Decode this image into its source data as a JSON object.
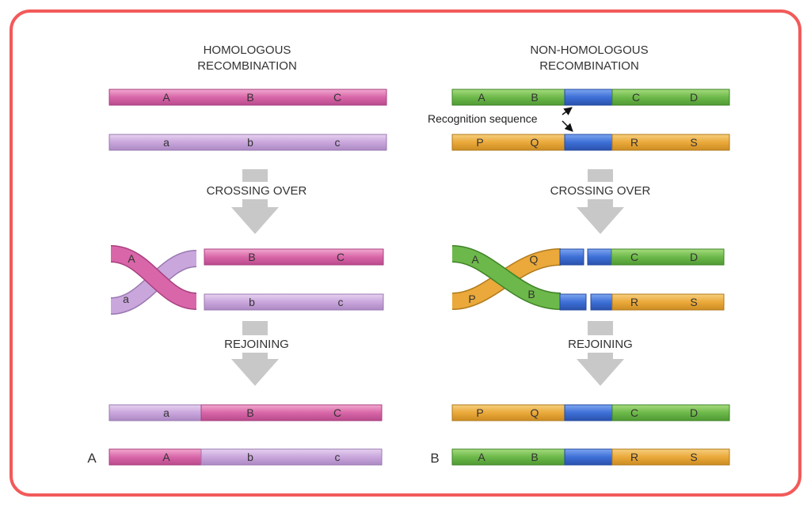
{
  "titles": {
    "left": [
      "HOMOLOGOUS",
      "RECOMBINATION"
    ],
    "right": [
      "NON-HOMOLOGOUS",
      "RECOMBINATION"
    ]
  },
  "steps": {
    "crossing_over": "CROSSING OVER",
    "rejoining": "REJOINING"
  },
  "recognition_label": "Recognition sequence",
  "panel_labels": {
    "left": "A",
    "right": "B"
  },
  "left_labels": {
    "top_initial": [
      "A",
      "B",
      "C"
    ],
    "bottom_initial": [
      "a",
      "b",
      "c"
    ],
    "cross_top": "A",
    "cross_bottom": "a",
    "mid_top": [
      "B",
      "C"
    ],
    "mid_bottom": [
      "b",
      "c"
    ],
    "final_top": [
      "a",
      "B",
      "C"
    ],
    "final_bottom": [
      "A",
      "b",
      "c"
    ]
  },
  "right_labels": {
    "top_initial": [
      "A",
      "B",
      "C",
      "D"
    ],
    "bottom_initial": [
      "P",
      "Q",
      "R",
      "S"
    ],
    "cross_A": "A",
    "cross_Q": "Q",
    "cross_P": "P",
    "cross_B": "B",
    "mid_top": [
      "C",
      "D"
    ],
    "mid_bottom": [
      "R",
      "S"
    ],
    "final_top": [
      "P",
      "Q",
      "C",
      "D"
    ],
    "final_bottom": [
      "A",
      "B",
      "R",
      "S"
    ]
  },
  "colors": {
    "frame": "#f25a5a",
    "pink": "#d866a8",
    "lavender": "#c9a6dc",
    "green": "#6db84a",
    "orange": "#eaa93a",
    "blue": "#3d6fd6",
    "arrow": "#c8c8c8",
    "text": "#333333"
  }
}
